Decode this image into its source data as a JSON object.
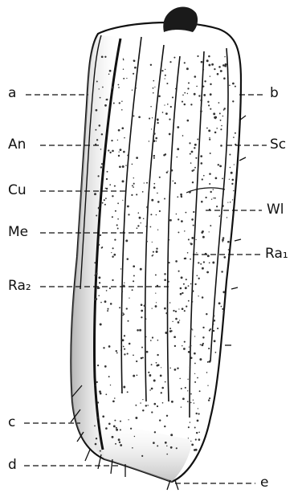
{
  "figure": {
    "labels": {
      "a": "a",
      "An": "An",
      "Cu": "Cu",
      "Me": "Me",
      "Ra2": "Ra₂",
      "c": "c",
      "d": "d",
      "b": "b",
      "Sc": "Sc",
      "Wl": "Wl",
      "Ra1": "Ra₁",
      "e": "e"
    },
    "colors": {
      "ink": "#111111",
      "paper": "#ffffff",
      "shade": "#9a9a9a"
    }
  }
}
